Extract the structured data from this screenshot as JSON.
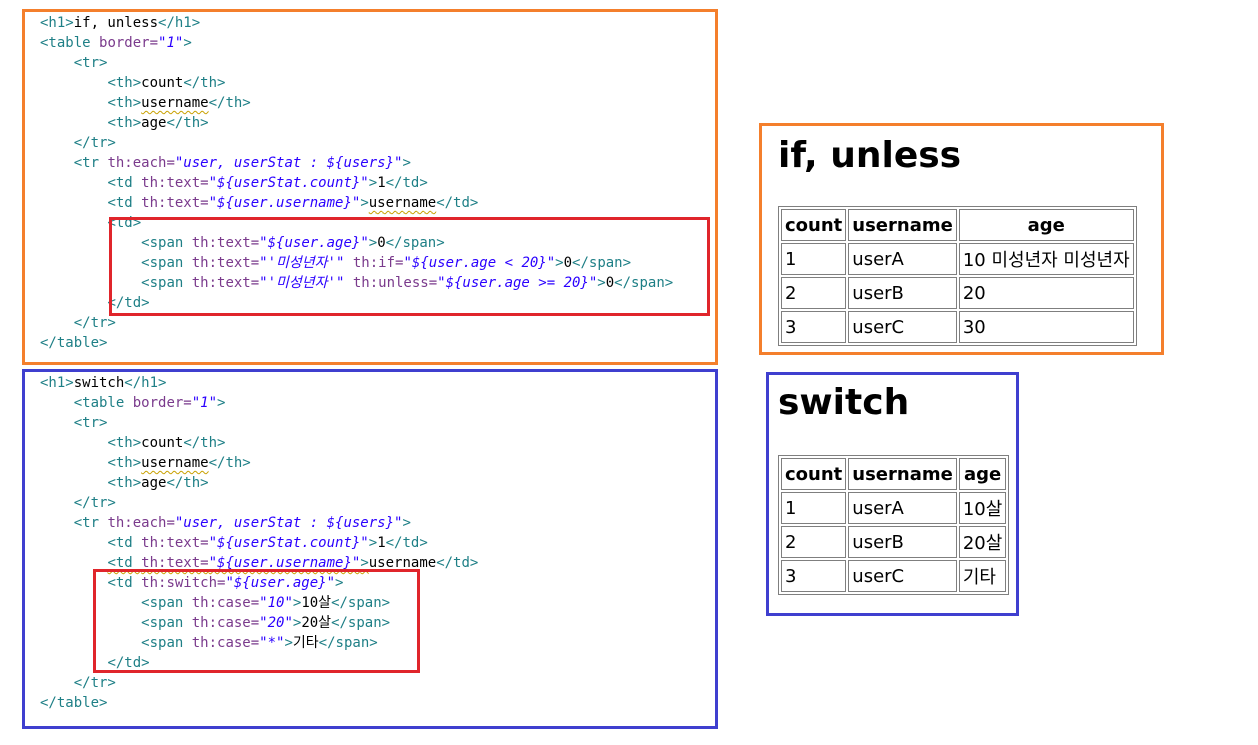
{
  "colors": {
    "orange": "#f47f2c",
    "blue": "#3f3fcf",
    "red": "#e0252b"
  },
  "code_top": [
    [
      {
        "c": "tg",
        "t": "<h1>"
      },
      {
        "c": "tx",
        "t": "if, unless"
      },
      {
        "c": "tg",
        "t": "</h1>"
      }
    ],
    [
      {
        "c": "tg",
        "t": "<table "
      },
      {
        "c": "at",
        "t": "border="
      },
      {
        "c": "st",
        "t": "\"1\""
      },
      {
        "c": "tg",
        "t": ">"
      }
    ],
    [
      {
        "c": "tx",
        "t": "    "
      },
      {
        "c": "tg",
        "t": "<tr>"
      }
    ],
    [
      {
        "c": "tx",
        "t": "        "
      },
      {
        "c": "tg",
        "t": "<th>"
      },
      {
        "c": "tx",
        "t": "count"
      },
      {
        "c": "tg",
        "t": "</th>"
      }
    ],
    [
      {
        "c": "tx",
        "t": "        "
      },
      {
        "c": "tg",
        "t": "<th>"
      },
      {
        "c": "tx sq",
        "t": "username"
      },
      {
        "c": "tg",
        "t": "</th>"
      }
    ],
    [
      {
        "c": "tx",
        "t": "        "
      },
      {
        "c": "tg",
        "t": "<th>"
      },
      {
        "c": "tx",
        "t": "age"
      },
      {
        "c": "tg",
        "t": "</th>"
      }
    ],
    [
      {
        "c": "tx",
        "t": "    "
      },
      {
        "c": "tg",
        "t": "</tr>"
      }
    ],
    [
      {
        "c": "tx",
        "t": "    "
      },
      {
        "c": "tg",
        "t": "<tr "
      },
      {
        "c": "at",
        "t": "th:each="
      },
      {
        "c": "st",
        "t": "\"user, userStat : ${users}\""
      },
      {
        "c": "tg",
        "t": ">"
      }
    ],
    [
      {
        "c": "tx",
        "t": "        "
      },
      {
        "c": "tg",
        "t": "<td "
      },
      {
        "c": "at",
        "t": "th:text="
      },
      {
        "c": "st",
        "t": "\"${userStat.count}\""
      },
      {
        "c": "tg",
        "t": ">"
      },
      {
        "c": "tx",
        "t": "1"
      },
      {
        "c": "tg",
        "t": "</td>"
      }
    ],
    [
      {
        "c": "tx",
        "t": "        "
      },
      {
        "c": "tg",
        "t": "<td "
      },
      {
        "c": "at",
        "t": "th:text="
      },
      {
        "c": "st",
        "t": "\"${user.username}\""
      },
      {
        "c": "tg",
        "t": ">"
      },
      {
        "c": "tx sq",
        "t": "username"
      },
      {
        "c": "tg",
        "t": "</td>"
      }
    ],
    [
      {
        "c": "tx",
        "t": "        "
      },
      {
        "c": "tg",
        "t": "<td>"
      }
    ],
    [
      {
        "c": "tx",
        "t": "            "
      },
      {
        "c": "tg",
        "t": "<span "
      },
      {
        "c": "at",
        "t": "th:text="
      },
      {
        "c": "st",
        "t": "\"${user.age}\""
      },
      {
        "c": "tg",
        "t": ">"
      },
      {
        "c": "tx",
        "t": "0"
      },
      {
        "c": "tg",
        "t": "</span>"
      }
    ],
    [
      {
        "c": "tx",
        "t": "            "
      },
      {
        "c": "tg",
        "t": "<span "
      },
      {
        "c": "at",
        "t": "th:text="
      },
      {
        "c": "st",
        "t": "\"'미성년자'\""
      },
      {
        "c": "at",
        "t": " th:if="
      },
      {
        "c": "st",
        "t": "\"${user.age < 20}\""
      },
      {
        "c": "tg",
        "t": ">"
      },
      {
        "c": "tx",
        "t": "0"
      },
      {
        "c": "tg",
        "t": "</span>"
      }
    ],
    [
      {
        "c": "tx",
        "t": "            "
      },
      {
        "c": "tg",
        "t": "<span "
      },
      {
        "c": "at",
        "t": "th:text="
      },
      {
        "c": "st",
        "t": "\"'미성년자'\""
      },
      {
        "c": "at",
        "t": " th:unless="
      },
      {
        "c": "st",
        "t": "\"${user.age >= 20}\""
      },
      {
        "c": "tg",
        "t": ">"
      },
      {
        "c": "tx",
        "t": "0"
      },
      {
        "c": "tg",
        "t": "</span>"
      }
    ],
    [
      {
        "c": "tx",
        "t": "        "
      },
      {
        "c": "tg",
        "t": "</td>"
      }
    ],
    [
      {
        "c": "tx",
        "t": "    "
      },
      {
        "c": "tg",
        "t": "</tr>"
      }
    ],
    [
      {
        "c": "tg",
        "t": "</table>"
      }
    ]
  ],
  "code_bottom": [
    [
      {
        "c": "tg",
        "t": "<h1>"
      },
      {
        "c": "tx",
        "t": "switch"
      },
      {
        "c": "tg",
        "t": "</h1>"
      }
    ],
    [
      {
        "c": "tx",
        "t": "    "
      },
      {
        "c": "tg",
        "t": "<table "
      },
      {
        "c": "at",
        "t": "border="
      },
      {
        "c": "st",
        "t": "\"1\""
      },
      {
        "c": "tg",
        "t": ">"
      }
    ],
    [
      {
        "c": "tx",
        "t": "    "
      },
      {
        "c": "tg",
        "t": "<tr>"
      }
    ],
    [
      {
        "c": "tx",
        "t": "        "
      },
      {
        "c": "tg",
        "t": "<th>"
      },
      {
        "c": "tx",
        "t": "count"
      },
      {
        "c": "tg",
        "t": "</th>"
      }
    ],
    [
      {
        "c": "tx",
        "t": "        "
      },
      {
        "c": "tg",
        "t": "<th>"
      },
      {
        "c": "tx sq",
        "t": "username"
      },
      {
        "c": "tg",
        "t": "</th>"
      }
    ],
    [
      {
        "c": "tx",
        "t": "        "
      },
      {
        "c": "tg",
        "t": "<th>"
      },
      {
        "c": "tx",
        "t": "age"
      },
      {
        "c": "tg",
        "t": "</th>"
      }
    ],
    [
      {
        "c": "tx",
        "t": "    "
      },
      {
        "c": "tg",
        "t": "</tr>"
      }
    ],
    [
      {
        "c": "tx",
        "t": "    "
      },
      {
        "c": "tg",
        "t": "<tr "
      },
      {
        "c": "at",
        "t": "th:each="
      },
      {
        "c": "st",
        "t": "\"user, userStat : ${users}\""
      },
      {
        "c": "tg",
        "t": ">"
      }
    ],
    [
      {
        "c": "tx",
        "t": "        "
      },
      {
        "c": "tg",
        "t": "<td "
      },
      {
        "c": "at",
        "t": "th:text="
      },
      {
        "c": "st",
        "t": "\"${userStat.count}\""
      },
      {
        "c": "tg",
        "t": ">"
      },
      {
        "c": "tx",
        "t": "1"
      },
      {
        "c": "tg",
        "t": "</td>"
      }
    ],
    [
      {
        "c": "tx",
        "t": "        "
      },
      {
        "c": "tg sq",
        "t": "<td "
      },
      {
        "c": "at sq",
        "t": "th:text="
      },
      {
        "c": "st sq",
        "t": "\"${user.username}\""
      },
      {
        "c": "tg sq",
        "t": ">"
      },
      {
        "c": "tx",
        "t": "username"
      },
      {
        "c": "tg",
        "t": "</td>"
      }
    ],
    [
      {
        "c": "tx",
        "t": "        "
      },
      {
        "c": "tg",
        "t": "<td "
      },
      {
        "c": "at",
        "t": "th:switch="
      },
      {
        "c": "st",
        "t": "\"${user.age}\""
      },
      {
        "c": "tg",
        "t": ">"
      }
    ],
    [
      {
        "c": "tx",
        "t": "            "
      },
      {
        "c": "tg",
        "t": "<span "
      },
      {
        "c": "at",
        "t": "th:case="
      },
      {
        "c": "st",
        "t": "\"10\""
      },
      {
        "c": "tg",
        "t": ">"
      },
      {
        "c": "tx",
        "t": "10살"
      },
      {
        "c": "tg",
        "t": "</span>"
      }
    ],
    [
      {
        "c": "tx",
        "t": "            "
      },
      {
        "c": "tg",
        "t": "<span "
      },
      {
        "c": "at",
        "t": "th:case="
      },
      {
        "c": "st",
        "t": "\"20\""
      },
      {
        "c": "tg",
        "t": ">"
      },
      {
        "c": "tx",
        "t": "20살"
      },
      {
        "c": "tg",
        "t": "</span>"
      }
    ],
    [
      {
        "c": "tx",
        "t": "            "
      },
      {
        "c": "tg",
        "t": "<span "
      },
      {
        "c": "at",
        "t": "th:case="
      },
      {
        "c": "st",
        "t": "\"*\""
      },
      {
        "c": "tg",
        "t": ">"
      },
      {
        "c": "tx",
        "t": "기타"
      },
      {
        "c": "tg",
        "t": "</span>"
      }
    ],
    [
      {
        "c": "tx",
        "t": "        "
      },
      {
        "c": "tg",
        "t": "</td>"
      }
    ],
    [
      {
        "c": "tx",
        "t": "    "
      },
      {
        "c": "tg",
        "t": "</tr>"
      }
    ],
    [
      {
        "c": "tg",
        "t": "</table>"
      }
    ]
  ],
  "if_unless": {
    "heading": "if, unless",
    "headers": [
      "count",
      "username",
      "age"
    ],
    "rows": [
      [
        "1",
        "userA",
        "10 미성년자 미성년자"
      ],
      [
        "2",
        "userB",
        "20"
      ],
      [
        "3",
        "userC",
        "30"
      ]
    ]
  },
  "switch": {
    "heading": "switch",
    "headers": [
      "count",
      "username",
      "age"
    ],
    "rows": [
      [
        "1",
        "userA",
        "10살"
      ],
      [
        "2",
        "userB",
        "20살"
      ],
      [
        "3",
        "userC",
        "기타"
      ]
    ]
  }
}
